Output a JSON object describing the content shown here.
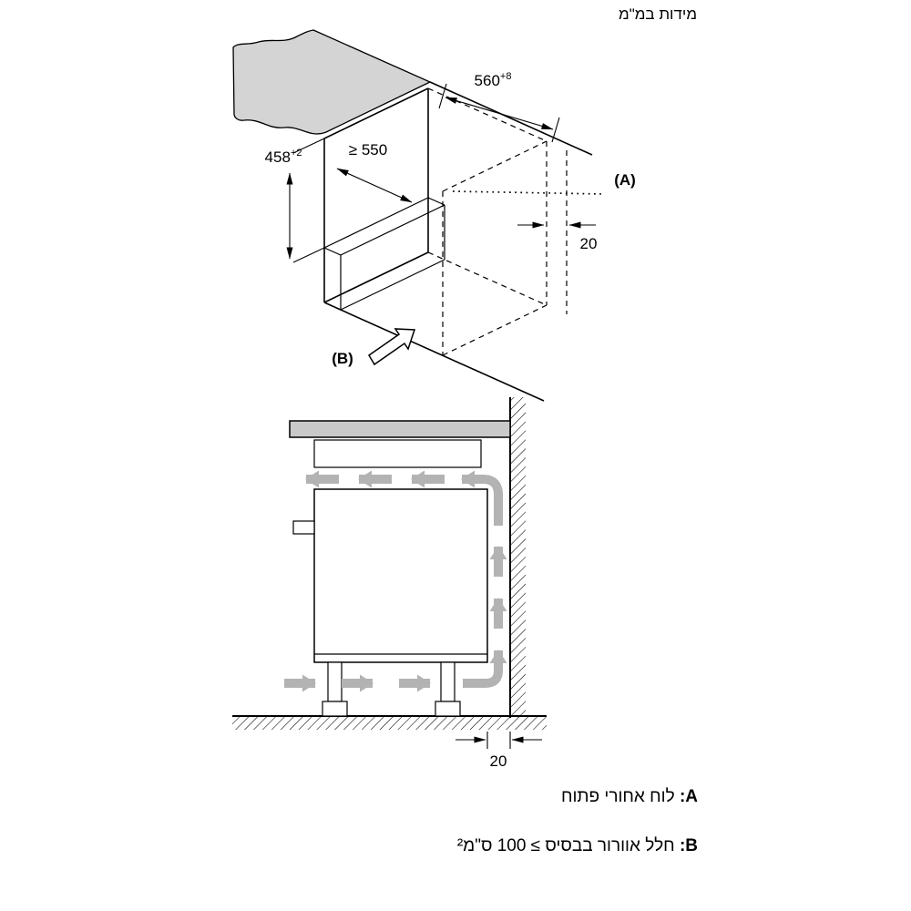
{
  "page": {
    "heading": "מידות במ\"מ"
  },
  "iso_view": {
    "dim_width_value": "560",
    "dim_width_sup": "+8",
    "dim_height_value": "458",
    "dim_height_sup": "+2",
    "dim_depth": "≥ 550",
    "dim_rear_gap": "20",
    "label_a": "(A)",
    "label_b": "(B)"
  },
  "side_view": {
    "dim_rear_gap": "20"
  },
  "legend": {
    "item_a_key": "A:",
    "item_a_text": "לוח אחורי פתוח",
    "item_b_key": "B:",
    "item_b_text": "חלל אוורור בבסיס ≥ 100 ס\"מ²"
  },
  "colors": {
    "line": "#000000",
    "countertop_fill": "#d4d4d4",
    "side_countertop_fill": "#c9c9c9",
    "flow_arrow": "#b3b3b3"
  }
}
